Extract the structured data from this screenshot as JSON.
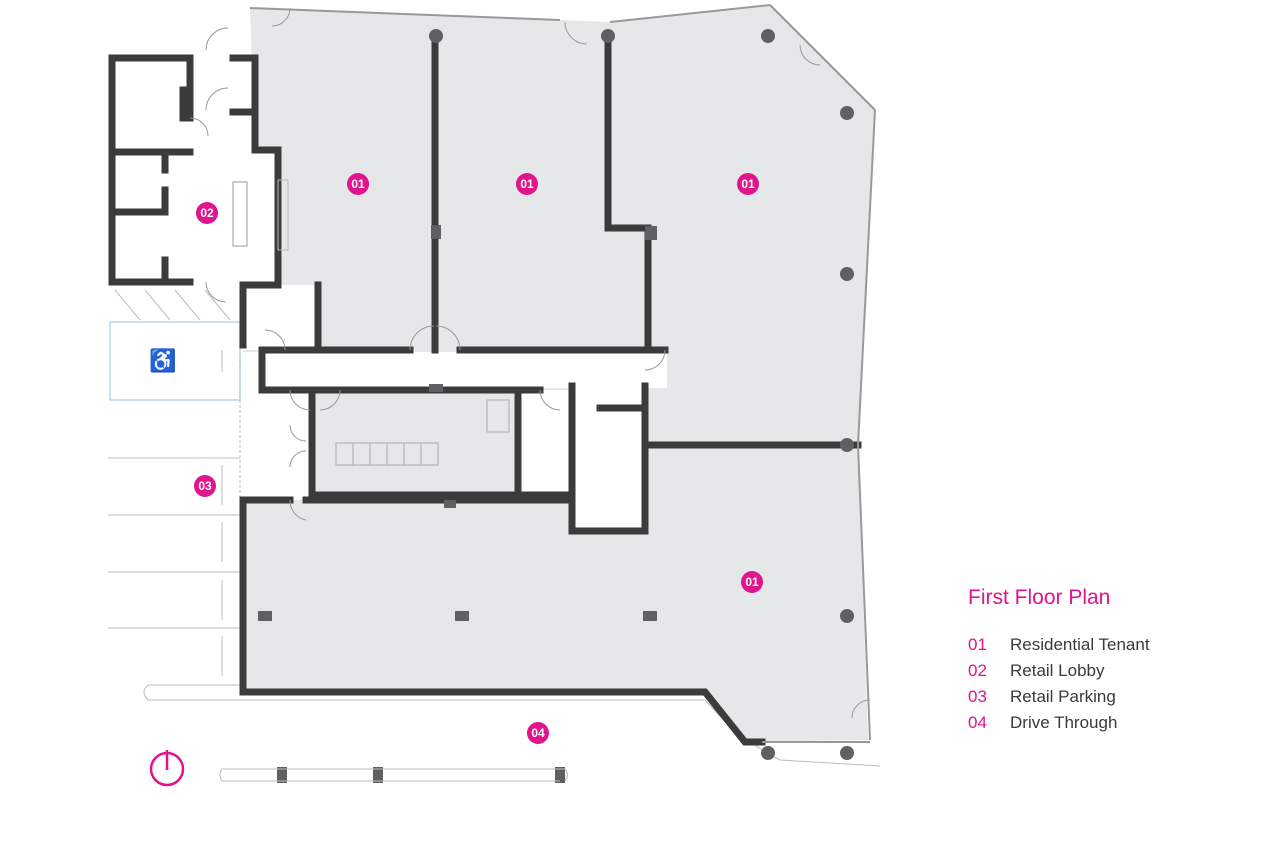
{
  "title": "First Floor Plan",
  "colors": {
    "accent": "#e0148c",
    "floor": "#e6e7e8",
    "wall": "#3b3b3b"
  },
  "badges": {
    "residential": "01",
    "lobby": "02",
    "parking": "03",
    "drive": "04"
  },
  "legend": [
    {
      "num": "01",
      "label": "Residential Tenant"
    },
    {
      "num": "02",
      "label": "Retail Lobby"
    },
    {
      "num": "03",
      "label": "Retail Parking"
    },
    {
      "num": "04",
      "label": "Drive Through"
    }
  ],
  "icons": {
    "accessible": "accessible-parking-icon",
    "north": "north-arrow-icon"
  }
}
